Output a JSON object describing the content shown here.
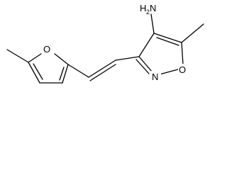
{
  "molecule": {
    "atom_labels": {
      "amine": "H",
      "amine_n": "N",
      "amine_h_count": "2",
      "isoxazole_o": "O",
      "isoxazole_n": "N",
      "furan_o": "O"
    },
    "colors": {
      "bond": "#000000",
      "text": "#000000",
      "background": "#ffffff"
    }
  }
}
